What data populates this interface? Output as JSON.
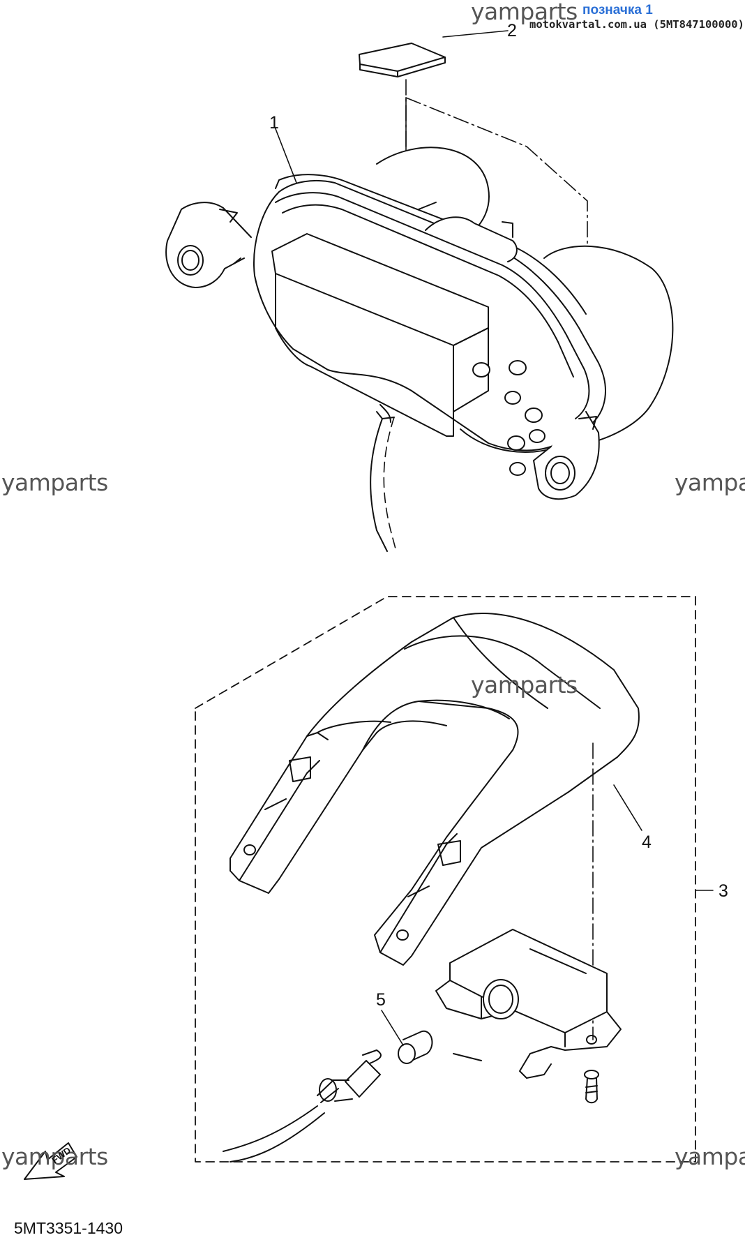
{
  "watermark": "yamparts",
  "header": {
    "tag_label": "позначка 1",
    "source_text": "motokvartal.com.ua (5MT847100000)"
  },
  "callouts": [
    "1",
    "2",
    "3",
    "4",
    "5"
  ],
  "fwd_label": "FWD",
  "diagram_code": "5MT3351-1430"
}
